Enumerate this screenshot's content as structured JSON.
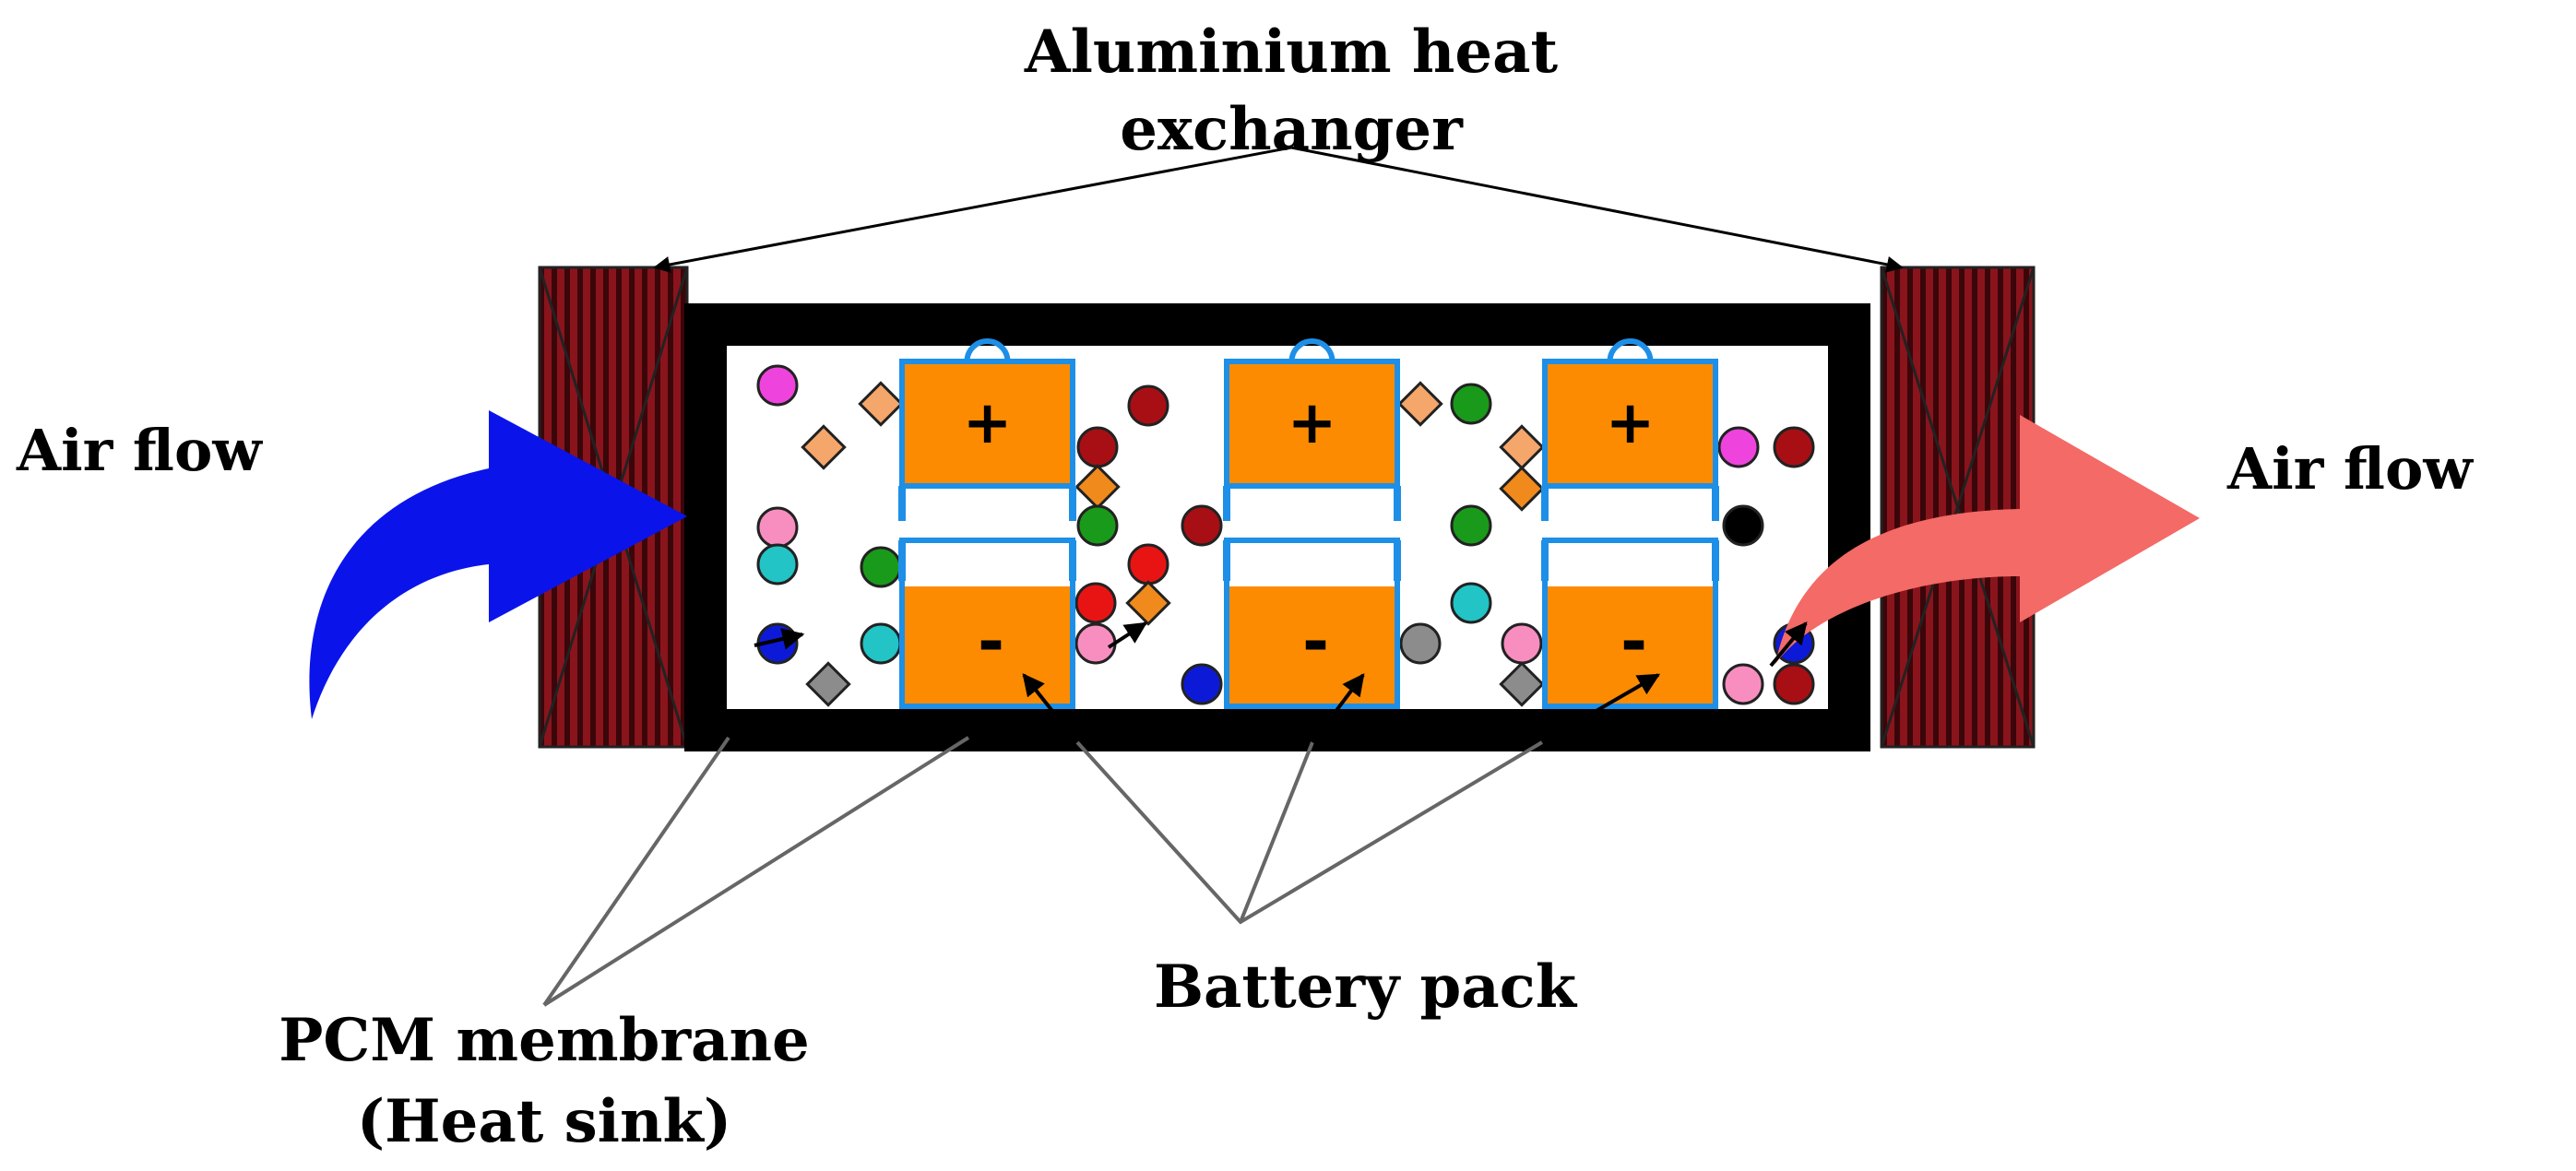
{
  "labels": {
    "heat_exchanger_line1": "Aluminium heat",
    "heat_exchanger_line2": "exchanger",
    "air_flow_in": "Air flow",
    "air_flow_out": "Air flow",
    "battery_pack": "Battery pack",
    "pcm_line1": "PCM membrane",
    "pcm_line2": "(Heat sink)"
  },
  "battery_cells": {
    "positive_symbol": "+",
    "negative_symbol": "-",
    "count_per_row": 3
  },
  "colors": {
    "air_in": "#0a14ea",
    "air_out": "#f36a66",
    "heat_exchanger": "#5a0a10",
    "battery_fill": "#fd8b01",
    "battery_outline": "#1e8fe6",
    "casing": "#000000",
    "pcm_particles": [
      "#ee44dd",
      "#f5a66a",
      "#a80f14",
      "#1a9a1a",
      "#22c4c6",
      "#f88ec0",
      "#8c8c8c",
      "#0c1ad8",
      "#e81414",
      "#000000",
      "#f08a1c"
    ]
  },
  "icons": [
    "curved-arrow-blue",
    "curved-arrow-red",
    "pcm-particle-diamond",
    "pcm-particle-circle"
  ]
}
